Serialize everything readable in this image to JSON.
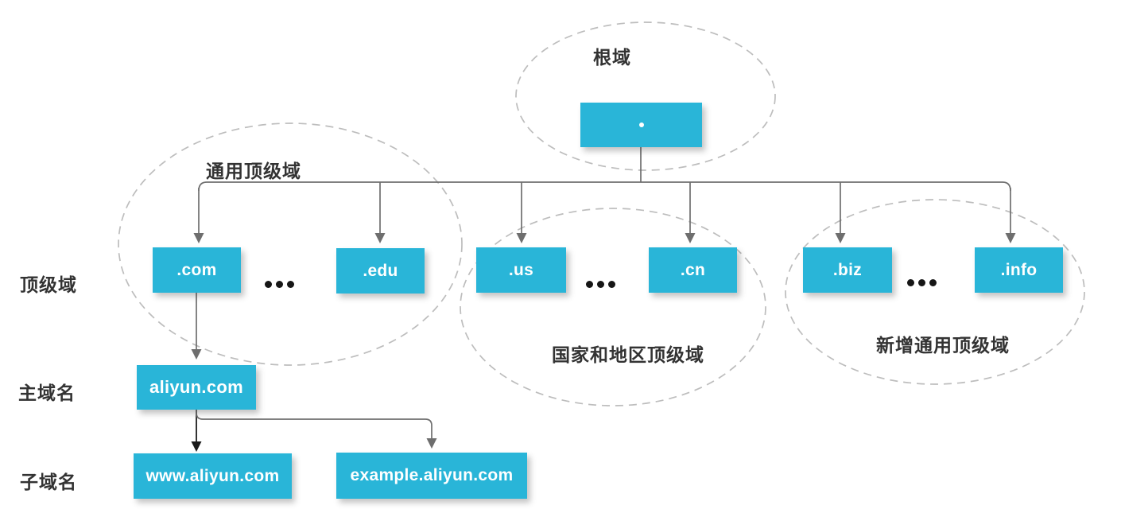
{
  "diagram_title": "DNS domain hierarchy",
  "groups": {
    "root": {
      "label": "根域"
    },
    "generic": {
      "label": "通用顶级域"
    },
    "country": {
      "label": "国家和地区顶级域"
    },
    "new_generic": {
      "label": "新增通用顶级域"
    }
  },
  "row_labels": {
    "tld": "顶级域",
    "main": "主域名",
    "sub": "子域名"
  },
  "nodes": {
    "root": {
      "label": "."
    },
    "tlds": [
      {
        "id": "com",
        "label": ".com"
      },
      {
        "id": "edu",
        "label": ".edu"
      },
      {
        "id": "us",
        "label": ".us"
      },
      {
        "id": "cn",
        "label": ".cn"
      },
      {
        "id": "biz",
        "label": ".biz"
      },
      {
        "id": "info",
        "label": ".info"
      }
    ],
    "main_domain": {
      "label": "aliyun.com"
    },
    "subdomains": [
      {
        "label": "www.aliyun.com"
      },
      {
        "label": "example.aliyun.com"
      }
    ]
  },
  "ellipsis_text": "...",
  "colors": {
    "node_fill": "#29B5D8",
    "node_text": "#FFFFFF",
    "connector_line": "#6E6E6E",
    "arrow_dark": "#1A1A1A",
    "dashed_ellipse": "#BDBDBD",
    "label_text": "#333333",
    "dot": "#161616"
  }
}
